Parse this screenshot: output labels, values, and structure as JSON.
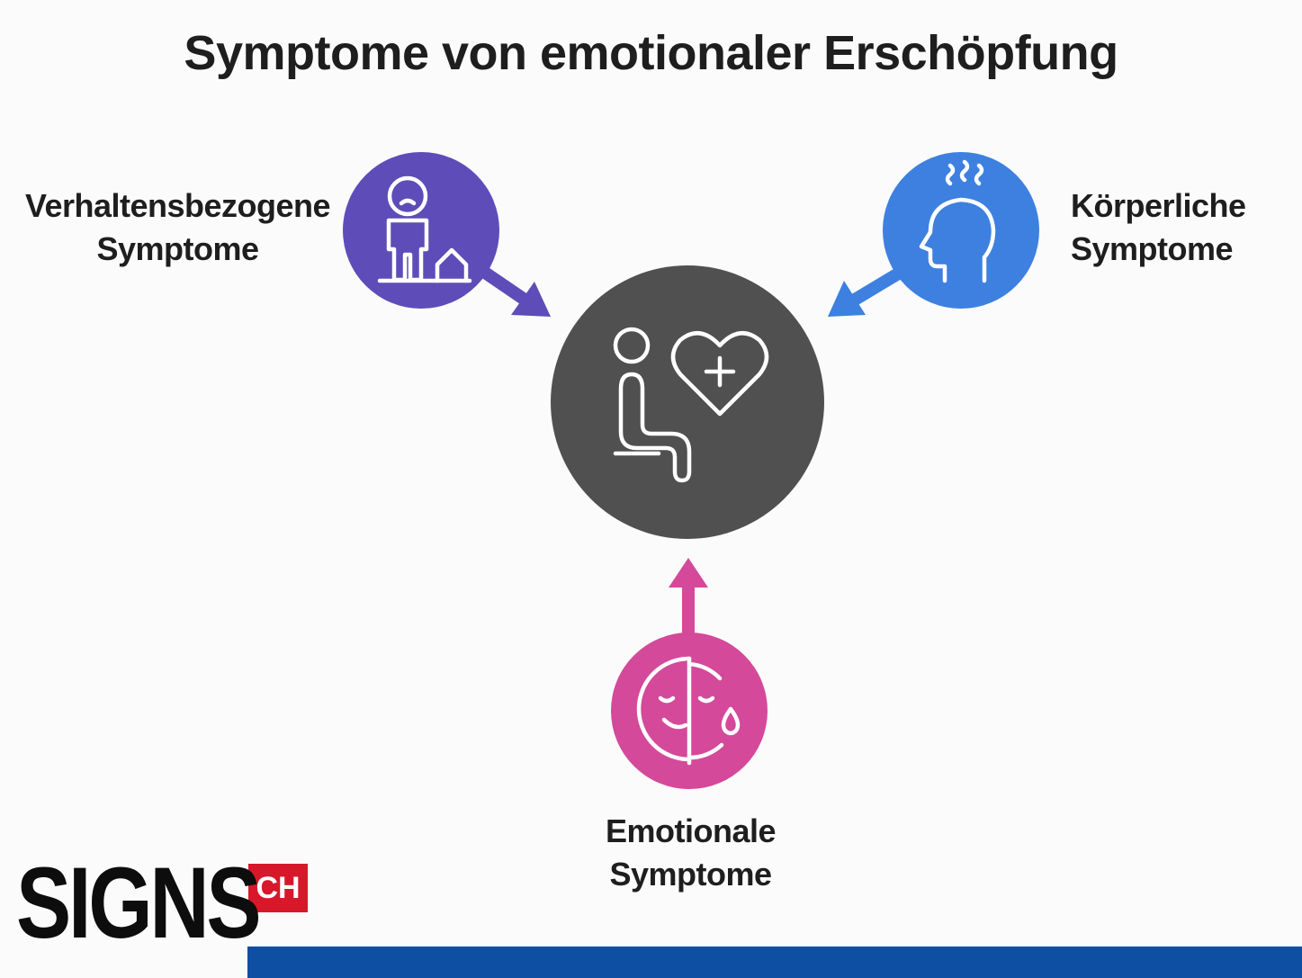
{
  "title": "Symptome von emotionaler Erschöpfung",
  "nodes": {
    "behavioral": {
      "line1": "Verhaltensbezogene",
      "line2": "Symptome",
      "color": "#5e4cb8",
      "icon": "person-home-icon"
    },
    "physical": {
      "line1": "Körperliche",
      "line2": "Symptome",
      "color": "#3d80e0",
      "icon": "head-steam-icon"
    },
    "emotional": {
      "line1": "Emotionale",
      "line2": "Symptome",
      "color": "#d4499a",
      "icon": "sad-face-tear-icon"
    },
    "center": {
      "color": "#505050",
      "icon": "person-heart-icon"
    }
  },
  "logo": {
    "text": "SIGNS",
    "badge": "CH",
    "badge_color": "#d7182a",
    "bar_color": "#0f4fa3"
  }
}
